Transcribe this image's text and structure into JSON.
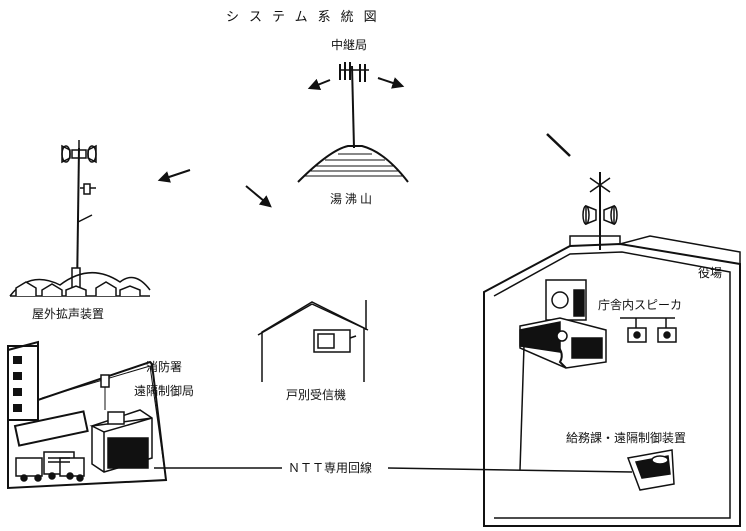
{
  "title": "システム系統図",
  "labels": {
    "relay_station": "中継局",
    "mountain": "湯沸山",
    "outdoor_speaker": "屋外拡声装置",
    "fire_station": "消防署",
    "remote_control_station": "遠隔制御局",
    "household_receiver": "戸別受信機",
    "town_office": "役場",
    "office_speaker": "庁舎内スピーカ",
    "remote_control_device": "給務課・遠隔制御装置",
    "ntt_line": "ＮＴＴ専用回線"
  }
}
